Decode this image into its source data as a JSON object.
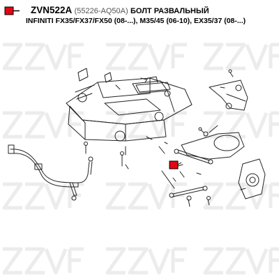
{
  "header": {
    "article": "ZVN522A",
    "oem_number": "(55226-AQ50A)",
    "description": "БОЛТ РАЗВАЛЬНЫЙ",
    "applicability": "INFINITI FX35/FX37/FX50 (08-...), M35/45 (06-10), EX35/37 (08-...)"
  },
  "watermark": {
    "brand": "ZZVF"
  },
  "colors": {
    "marker": "#e30613",
    "watermark": "#ececec",
    "line": "#222222"
  },
  "icons": [
    "part-marker-icon",
    "legend-marker-icon"
  ]
}
